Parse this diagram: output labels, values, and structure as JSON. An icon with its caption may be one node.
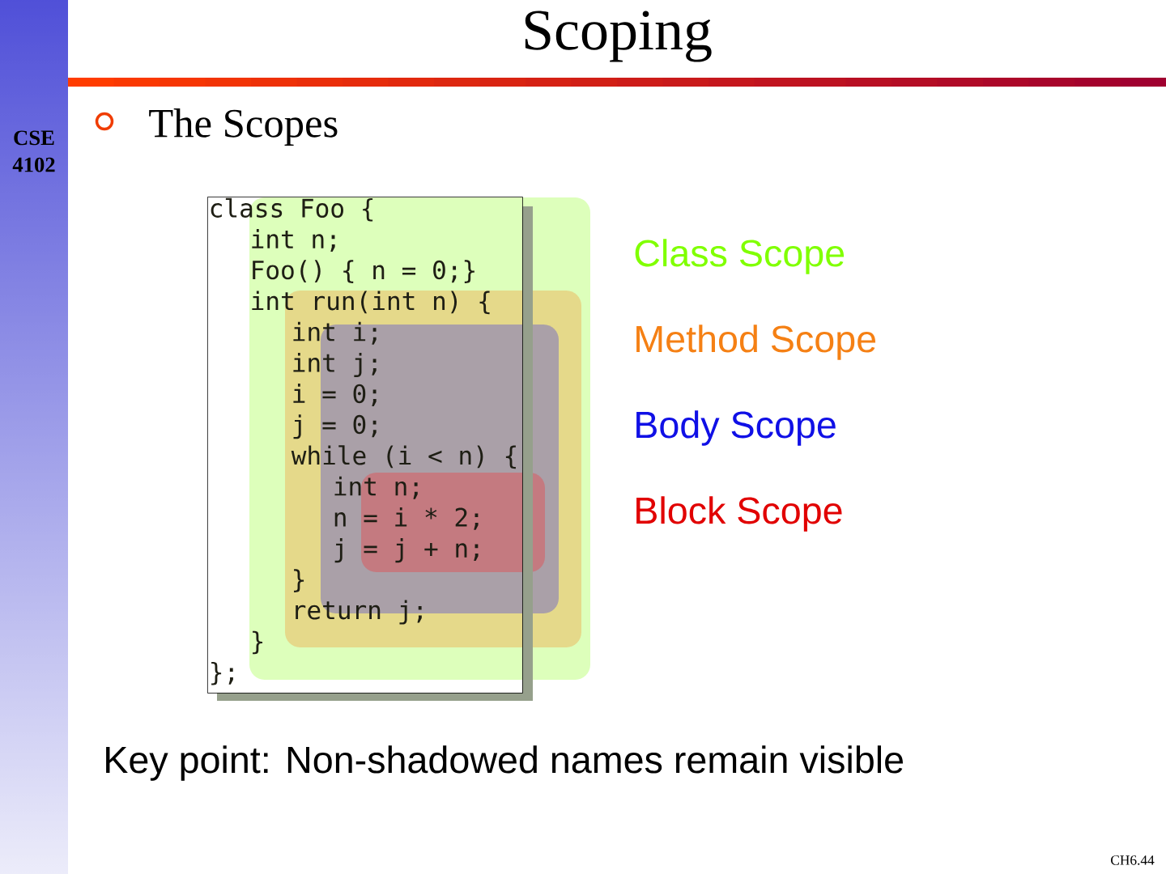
{
  "diagram": {
    "title": "Scoping",
    "nodes": [
      {
        "text": [
          "class Foo {",
          "int n;",
          "Foo() { n = 0;}",
          "int run(int n) {",
          "int i;",
          "int j;",
          "i = 0;",
          "j = 0;",
          "while (i < n) {",
          "int n;",
          "n = i * 2;",
          "j = j + n;",
          "}",
          "return j;",
          "}",
          "};"
        ]
      }
    ],
    "labels": [
      "CSE 4102",
      "The Scopes",
      "Class Scope",
      "Method Scope",
      "Body Scope",
      "Block Scope",
      "Key point: Non-shadowed names remain visible",
      "CH6.44"
    ]
  }
}
